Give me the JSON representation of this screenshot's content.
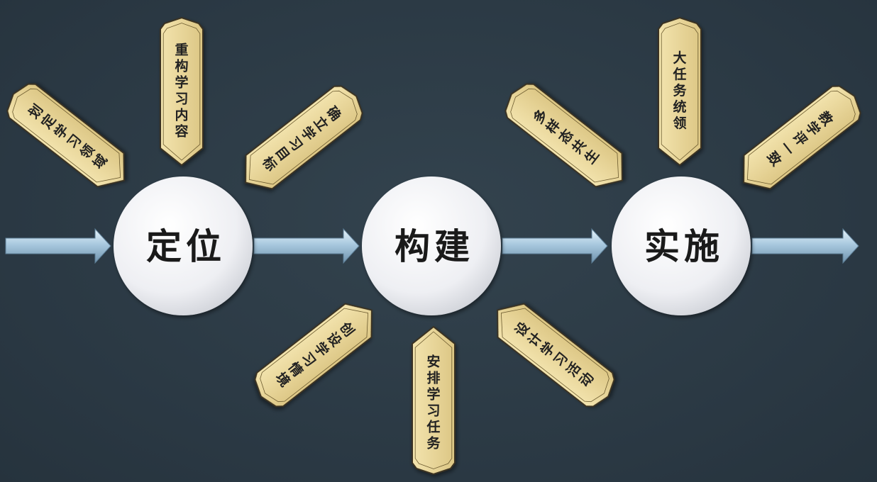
{
  "stages": [
    {
      "label": "定位",
      "tags": [
        "划定学习领域",
        "重构学习内容",
        "确立学习目标"
      ]
    },
    {
      "label": "构建",
      "tags": [
        "创设学习情境",
        "安排学习任务",
        "设计学习活动"
      ]
    },
    {
      "label": "实施",
      "tags": [
        "多样态共生",
        "大任务统领",
        "教学评一致"
      ]
    }
  ],
  "colors": {
    "background": "#2b3a45",
    "tag_fill": "#e9d79a",
    "tag_border": "#3a3320",
    "circle_fill": "#f4f4f6",
    "arrow_fill": "#b7d3e6"
  }
}
